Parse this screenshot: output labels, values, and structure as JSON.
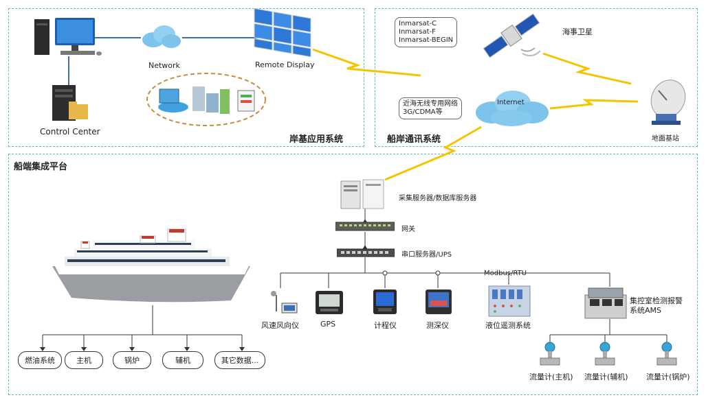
{
  "shore": {
    "title": "岸基应用系统",
    "network_label": "Network",
    "remote_display_label": "Remote Display",
    "control_center_label": "Control Center"
  },
  "comm": {
    "title": "船岸通讯系统",
    "inmarsat": [
      "Inmarsat-C",
      "Inmarsat-F",
      "Inmarsat-BEGIN"
    ],
    "satellite_label": "海事卫星",
    "internet_label": "Internet",
    "offshore": [
      "近海无线专用网络",
      "3G/CDMA等"
    ],
    "ground_station_label": "地面基站"
  },
  "ship": {
    "title": "船端集成平台",
    "server_label": "采集服务器/数据库服务器",
    "gateway_label": "网关",
    "serial_label": "串口服务器/UPS",
    "bus_label": "Modbus/RTU",
    "devices": [
      "风速风向仪",
      "GPS",
      "计程仪",
      "测深仪",
      "液位遥测系统"
    ],
    "ams_label": [
      "集控室检测报警",
      "系统AMS"
    ],
    "flowmeters": [
      "流量计(主机)",
      "流量计(辅机)",
      "流量计(锅炉)"
    ],
    "systems": [
      "燃油系统",
      "主机",
      "锅炉",
      "辅机",
      "其它数据..."
    ]
  }
}
